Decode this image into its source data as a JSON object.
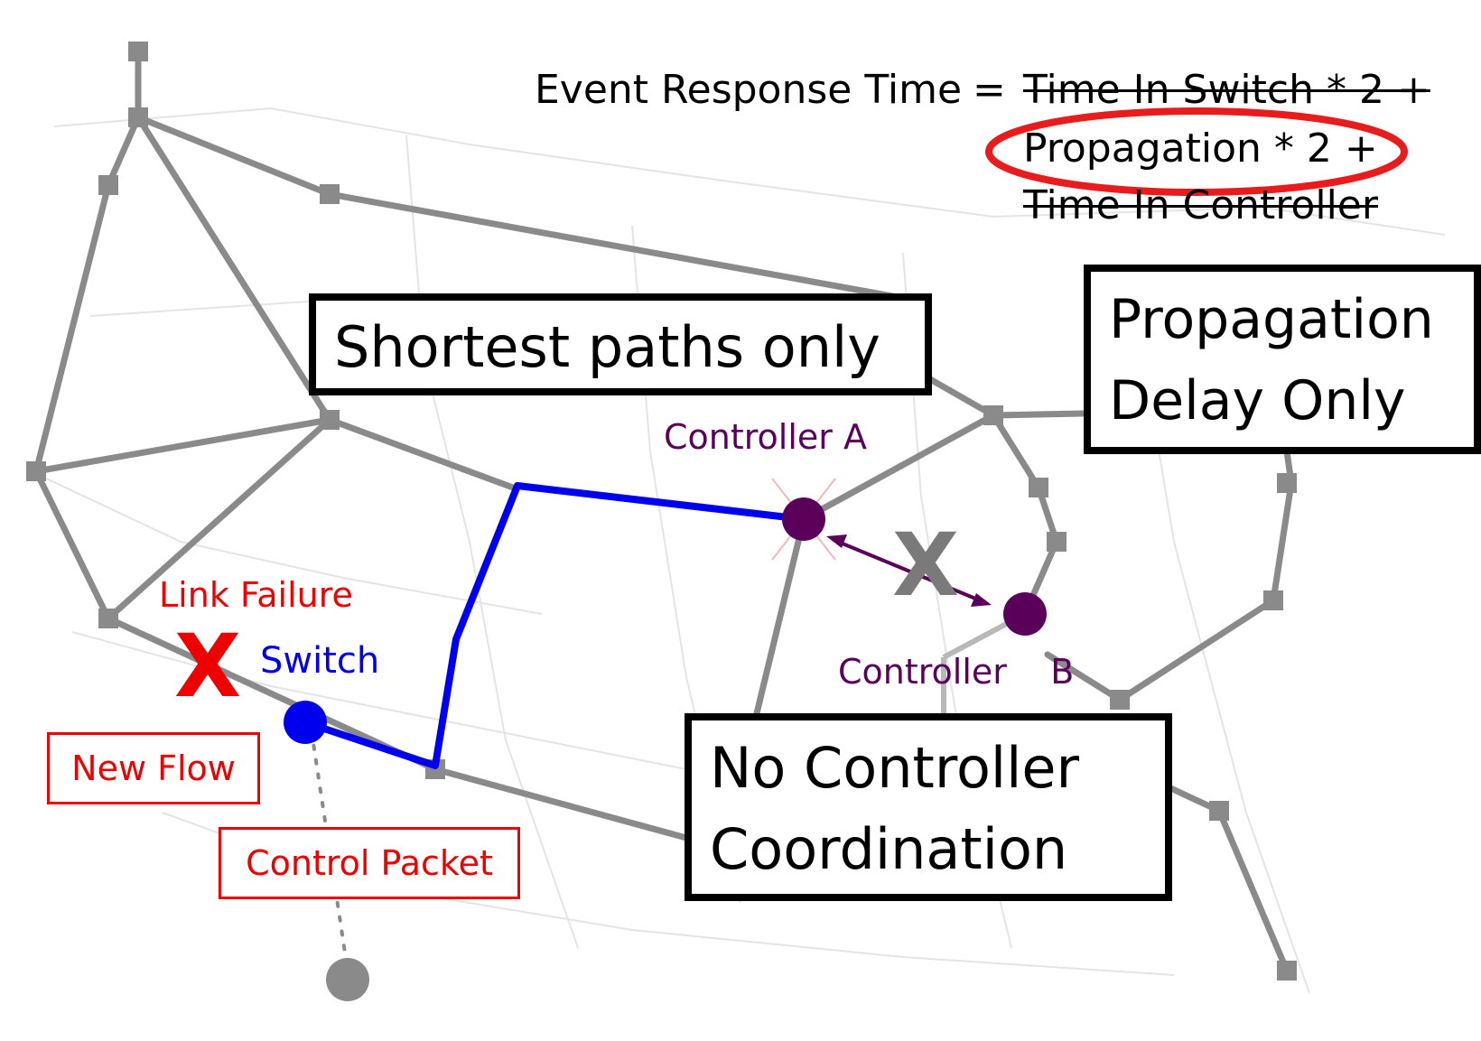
{
  "formula": {
    "lhs": "Event Response Time",
    "equals": "=",
    "term1": "Time In Switch * 2 +",
    "term2": "Propagation * 2 +",
    "term3": "Time In Controller"
  },
  "callouts": {
    "shortest": "Shortest paths only",
    "propagation": [
      "Propagation",
      "Delay Only"
    ],
    "coordination": [
      "No Controller",
      "Coordination"
    ]
  },
  "labels": {
    "controller_a": "Controller A",
    "controller_b": "Controller    B",
    "link_failure": "Link Failure",
    "switch": "Switch",
    "new_flow": "New Flow",
    "control_packet": "Control Packet",
    "failure_mark": "X",
    "no_link_mark": "X"
  },
  "colors": {
    "topology": "#8a8a8a",
    "path": "#0000ee",
    "controller": "#5a005a",
    "alert": "#ee0000",
    "highlight": "#e81c1c"
  }
}
